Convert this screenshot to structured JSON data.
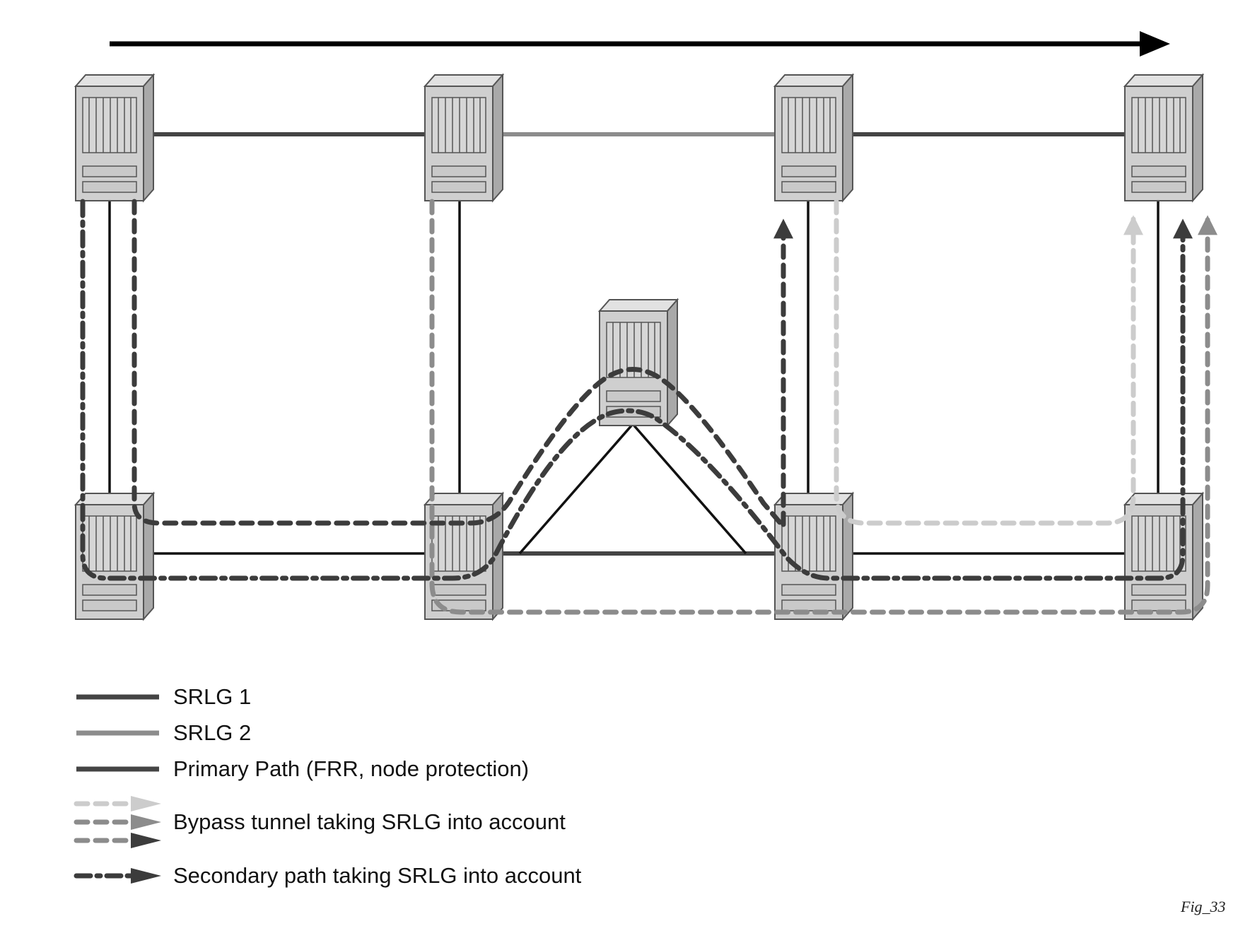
{
  "figure_label": "Fig_33",
  "colors": {
    "srlg1": "#444444",
    "srlg2": "#8c8c8c",
    "primary": "#111111",
    "bypass_light": "#cccccc",
    "bypass_mid": "#8c8c8c",
    "secondary": "#3c3c3c",
    "router_fill": "#cfcfcf",
    "router_stroke": "#555555"
  },
  "legend": {
    "srlg1": "SRLG 1",
    "srlg2": "SRLG 2",
    "primary": "Primary Path (FRR, node protection)",
    "bypass": "Bypass tunnel taking SRLG into account",
    "secondary": "Secondary path taking SRLG into account"
  },
  "icons": {
    "router": "router-chassis-icon",
    "direction": "direction-arrow-icon"
  }
}
